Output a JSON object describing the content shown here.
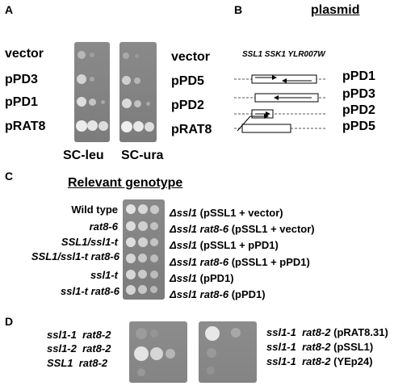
{
  "panelA": {
    "letter": "A",
    "left_rows": [
      "vector",
      "pPD3",
      "pPD1",
      "pRAT8"
    ],
    "right_rows": [
      "vector",
      "pPD5",
      "pPD2",
      "pRAT8"
    ],
    "plate_left_label": "SC-leu",
    "plate_right_label": "SC-ura"
  },
  "panelB": {
    "letter": "B",
    "title": "plasmid",
    "genes": "SSL1 SSK1 YLR007W",
    "constructs": [
      "pPD1",
      "pPD3",
      "pPD2",
      "pPD5"
    ]
  },
  "panelC": {
    "letter": "C",
    "title": "Relevant genotype",
    "left_rows": [
      "Wild type",
      "rat8-6",
      "SSL1/ssl1-t",
      "SSL1/ssl1-t rat8-6",
      "ssl1-t",
      "ssl1-t  rat8-6"
    ],
    "right_rows": [
      {
        "delta": "Δ",
        "genotype": "ssl1",
        "plasmid": "(pSSL1 + vector)"
      },
      {
        "delta": "Δ",
        "genotype": "ssl1 rat8-6",
        "plasmid": "(pSSL1 + vector)"
      },
      {
        "delta": "Δ",
        "genotype": "ssl1",
        "plasmid": "(pSSL1 + pPD1)"
      },
      {
        "delta": "Δ",
        "genotype": "ssl1 rat8-6",
        "plasmid": "(pSSL1 + pPD1)"
      },
      {
        "delta": "Δ",
        "genotype": "ssl1",
        "plasmid": "(pPD1)"
      },
      {
        "delta": "Δ",
        "genotype": "ssl1 rat8-6",
        "plasmid": "(pPD1)"
      }
    ]
  },
  "panelD": {
    "letter": "D",
    "left_rows": [
      "ssl1-1  rat8-2",
      "ssl1-2  rat8-2",
      "SSL1  rat8-2"
    ],
    "right_rows": [
      {
        "genotype": "ssl1-1  rat8-2",
        "plasmid": "(pRAT8.31)"
      },
      {
        "genotype": "ssl1-1  rat8-2",
        "plasmid": "(pSSL1)"
      },
      {
        "genotype": "ssl1-1  rat8-2",
        "plasmid": "(YEp24)"
      }
    ]
  }
}
